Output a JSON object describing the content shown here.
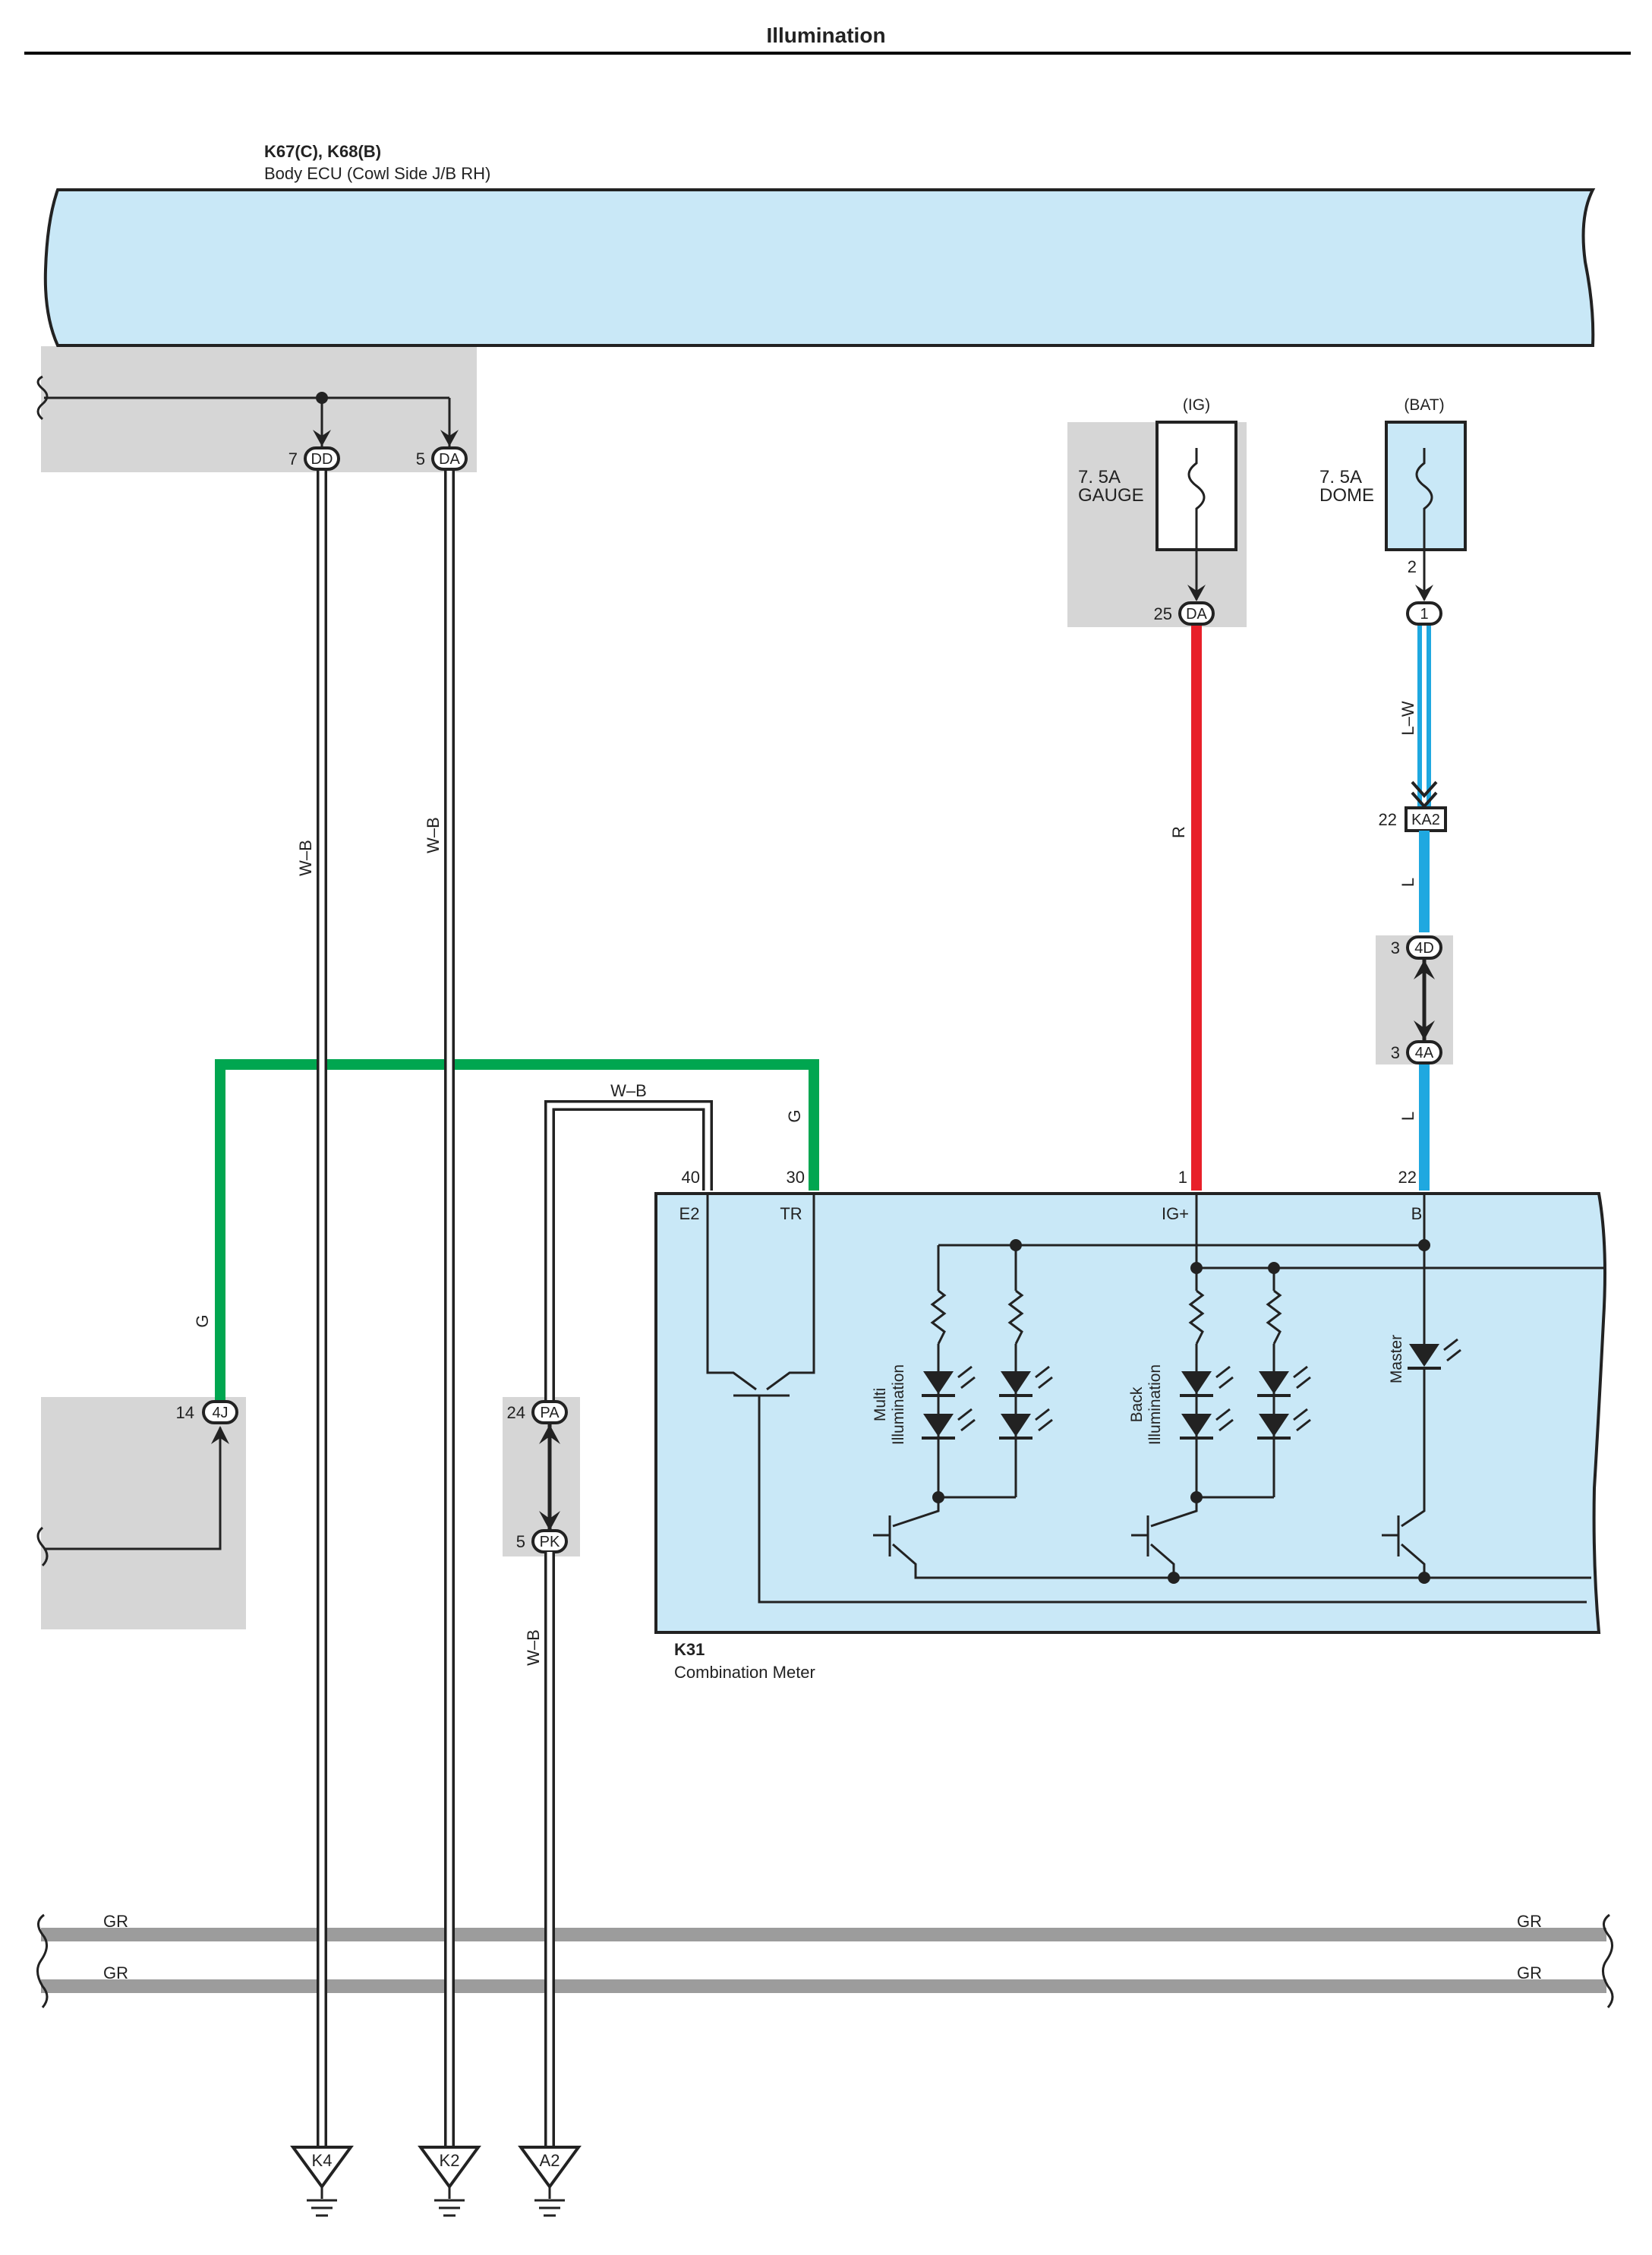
{
  "title": "Illumination",
  "body_ecu": {
    "code": "K67(C), K68(B)",
    "name": "Body ECU (Cowl Side J/B RH)"
  },
  "ecu_pins": [
    {
      "pin": "7",
      "conn": "DD"
    },
    {
      "pin": "5",
      "conn": "DA"
    }
  ],
  "fuses": [
    {
      "source": "(IG)",
      "rating": "7. 5A",
      "name": "GAUGE",
      "pin": "25",
      "conn": "DA"
    },
    {
      "source": "(BAT)",
      "rating": "7. 5A",
      "name": "DOME",
      "fuse_pin": "2",
      "pin": "",
      "conn": "1"
    }
  ],
  "junctions": [
    {
      "pin": "22",
      "conn": "KA2"
    },
    {
      "pin": "3",
      "conn": "4D"
    },
    {
      "pin": "3",
      "conn": "4A"
    },
    {
      "pin": "14",
      "conn": "4J"
    },
    {
      "pin": "24",
      "conn": "PA"
    },
    {
      "pin": "5",
      "conn": "PK"
    }
  ],
  "wires": {
    "wb1": "W–B",
    "wb2": "W–B",
    "wb3": "W–B",
    "wb4": "W–B",
    "red": "R",
    "lw": "L–W",
    "l1": "L",
    "l2": "L",
    "g1": "G",
    "g2": "G",
    "gr1": "GR",
    "gr2": "GR",
    "gr3": "GR",
    "gr4": "GR"
  },
  "meter": {
    "code": "K31",
    "name": "Combination Meter",
    "pins": [
      {
        "num": "40",
        "label": "E2"
      },
      {
        "num": "30",
        "label": "TR"
      },
      {
        "num": "1",
        "label": "IG+"
      },
      {
        "num": "22",
        "label": "B"
      }
    ],
    "circuits": [
      "Multi",
      "Illumination",
      "Back",
      "Illumination",
      "Master"
    ]
  },
  "grounds": [
    "K4",
    "K2",
    "A2"
  ],
  "colors": {
    "ecu_fill": "#c9e8f7",
    "gray_box": "#d6d6d6",
    "green_wire": "#00a650",
    "red_wire": "#e8202a",
    "blue_wire": "#1fa8e0",
    "gray_wire": "#9c9c9c"
  }
}
